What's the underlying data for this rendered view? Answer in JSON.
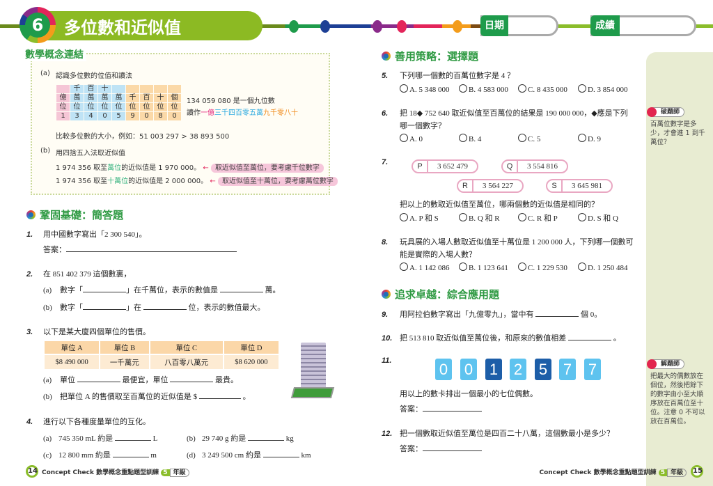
{
  "header": {
    "chapter": "6",
    "title": "多位數和近似值",
    "date_label": "日期",
    "score_label": "成績"
  },
  "concept": {
    "title": "數學概念連結",
    "a_label": "(a)",
    "a_title": "認識多位數的位值和讀法",
    "places": [
      [
        "",
        "",
        "億",
        "位"
      ],
      [
        "千",
        "萬",
        "位",
        ""
      ],
      [
        "百",
        "萬",
        "位",
        ""
      ],
      [
        "十",
        "萬",
        "位",
        ""
      ],
      [
        "",
        "萬",
        "位",
        ""
      ],
      [
        "",
        "千",
        "位",
        ""
      ],
      [
        "",
        "百",
        "位",
        ""
      ],
      [
        "",
        "十",
        "位",
        ""
      ],
      [
        "",
        "個",
        "位",
        ""
      ]
    ],
    "place_labels": [
      "億位",
      "千萬位",
      "百萬位",
      "十萬位",
      "萬位",
      "千位",
      "百位",
      "十位",
      "個位"
    ],
    "digits": [
      "1",
      "3",
      "4",
      "0",
      "5",
      "9",
      "0",
      "8",
      "0"
    ],
    "nine_digit": "134 059 080 是一個九位數",
    "read_prefix": "讀作",
    "read_1": "一億",
    "read_2": "三千四百零五萬",
    "read_3": "九千零八十",
    "compare": "比較多位數的大小，例如：51 003 297 > 38 893 500",
    "b_label": "(b)",
    "b_title": "用四捨五入法取近似值",
    "ex1_pre": "1 974 356 取至",
    "ex1_place": "萬位",
    "ex1_post": "的近似值是 1 970 000。",
    "ex1_note": "取近似值至萬位，要考慮千位數字",
    "ex2_pre": "1 974 356 取至",
    "ex2_place": "十萬位",
    "ex2_post": "的近似值是 2 000 000。",
    "ex2_note": "取近似值至十萬位，要考慮萬位數字"
  },
  "sec1": "鞏固基礎：簡答題",
  "sec2": "善用策略：選擇題",
  "sec3": "追求卓越：綜合應用題",
  "answer_label": "答案：",
  "q1": {
    "n": "1.",
    "text": "用中國數字寫出「2 300 540」。"
  },
  "q2": {
    "n": "2.",
    "text": "在 851 402 379 這個數裏，",
    "a": [
      "(a)",
      "數字「",
      "」在千萬位，表示的數值是",
      "萬。"
    ],
    "b": [
      "(b)",
      "數字「",
      "」在",
      "位，表示的數值最大。"
    ]
  },
  "q3": {
    "n": "3.",
    "text": "以下是某大廈四個單位的售價。",
    "headers": [
      "單位 A",
      "單位 B",
      "單位 C",
      "單位 D"
    ],
    "values": [
      "$8 490 000",
      "一千萬元",
      "八百零八萬元",
      "$8 620 000"
    ],
    "a": [
      "(a)",
      "單位",
      "最便宜，單位",
      "最貴。"
    ],
    "b": [
      "(b)",
      "把單位 A 的售價取至百萬位的近似值是 $",
      "。"
    ]
  },
  "q4": {
    "n": "4.",
    "text": "進行以下各種度量單位的互化。",
    "items": [
      [
        "(a)",
        "745 350 mL 約是",
        "L"
      ],
      [
        "(b)",
        "29 740 g 約是",
        "kg"
      ],
      [
        "(c)",
        "12 800 mm 約是",
        "m"
      ],
      [
        "(d)",
        "3 249 500 cm 約是",
        "km"
      ]
    ]
  },
  "q5": {
    "n": "5.",
    "text": "下列哪一個數的百萬位數字是 4 ？",
    "opts": [
      "A. 5 348 000",
      "B. 4 583 000",
      "C. 8 435 000",
      "D. 3 854 000"
    ]
  },
  "q6": {
    "n": "6.",
    "text1": "把 18◆ 752 640 取近似值至百萬位的結果是 190 000 000，◆應是下列",
    "text2": "哪一個數字？",
    "opts": [
      "A. 0",
      "B. 4",
      "C. 5",
      "D. 9"
    ]
  },
  "q7": {
    "n": "7.",
    "pills": [
      [
        "P",
        "3 652 479"
      ],
      [
        "Q",
        "3 554 816"
      ],
      [
        "R",
        "3 564 227"
      ],
      [
        "S",
        "3 645 981"
      ]
    ],
    "text": "把以上的數取近似值至萬位，哪兩個數的近似值是相同的？",
    "opts": [
      "A. P 和 S",
      "B. Q 和 R",
      "C. R 和 P",
      "D. S 和 Q"
    ]
  },
  "q8": {
    "n": "8.",
    "text1": "玩具展的入場人數取近似值至十萬位是 1 200 000 人，下列哪一個數可",
    "text2": "能是實際的入場人數？",
    "opts": [
      "A. 1 142 086",
      "B. 1 123 641",
      "C. 1 229 530",
      "D. 1 250 484"
    ]
  },
  "q9": {
    "n": "9.",
    "text": "用阿拉伯數字寫出「九億零九」，當中有",
    "end": "個 0。"
  },
  "q10": {
    "n": "10.",
    "text": "把 513 810 取近似值至萬位後，和原來的數值相差",
    "end": "。"
  },
  "q11": {
    "n": "11.",
    "cards": [
      "0",
      "0",
      "1",
      "2",
      "5",
      "7",
      "7"
    ],
    "text": "用以上的數卡排出一個最小的七位偶數。"
  },
  "q12": {
    "n": "12.",
    "text": "把一個數取近似值至萬位是四百二十八萬，這個數最小是多少？"
  },
  "tips": [
    {
      "tag": "破題師",
      "text": "百萬位數字是多少，才會進 1 到千萬位？"
    },
    {
      "tag": "解題師",
      "text": "把最大的偶數放在個位，然後把餘下的數字由小至大順序放在百萬位至十位。注意 0 不可以放在百萬位。"
    }
  ],
  "footer": {
    "left_page": "14",
    "right_page": "15",
    "brand": "Concept Check",
    "series": "數學概念重點題型訓練",
    "grade_num": "5",
    "grade_label": "年級"
  }
}
